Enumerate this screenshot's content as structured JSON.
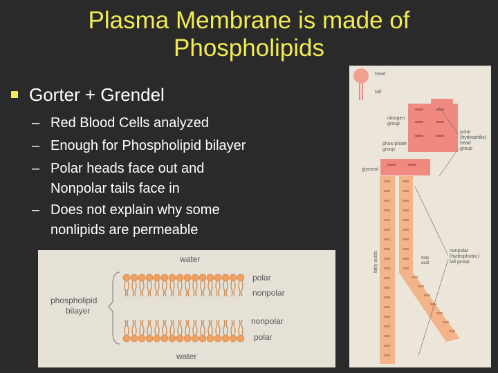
{
  "slide": {
    "title_line1": "Plasma Membrane is made of",
    "title_line2": "Phospholipids",
    "bullet": "Gorter + Grendel",
    "sub_bullets": [
      "Red Blood Cells analyzed",
      "Enough for Phospholipid bilayer",
      "Polar heads face out and",
      "Nonpolar tails face in",
      "Does not explain why some",
      "nonlipids are permeable"
    ],
    "dash": "–"
  },
  "bilayer_figure": {
    "top_label": "water",
    "bottom_label": "water",
    "polar_top": "polar",
    "nonpolar_top": "nonpolar",
    "nonpolar_bottom": "nonpolar",
    "polar_bottom": "polar",
    "side_label_line1": "phospholipid",
    "side_label_line2": "bilayer"
  },
  "structure_figure": {
    "head_label": "head",
    "tail_label": "tail",
    "nitrogen_label_1": "nitrogen",
    "nitrogen_label_2": "group",
    "phosphate_label_1": "phos-phate",
    "phosphate_label_2": "group",
    "glycerol_label": "glycerol",
    "polar_label_1": "polar",
    "polar_label_2": "(hydrophilic)",
    "polar_label_3": "head",
    "polar_label_4": "group",
    "nonpolar_label_1": "nonpolar",
    "nonpolar_label_2": "(hydrophobic)",
    "nonpolar_label_3": "tail group",
    "fatty_acids_label": "fatty acids",
    "fatty_acid_label_1": "fatty",
    "fatty_acid_label_2": "acid"
  }
}
